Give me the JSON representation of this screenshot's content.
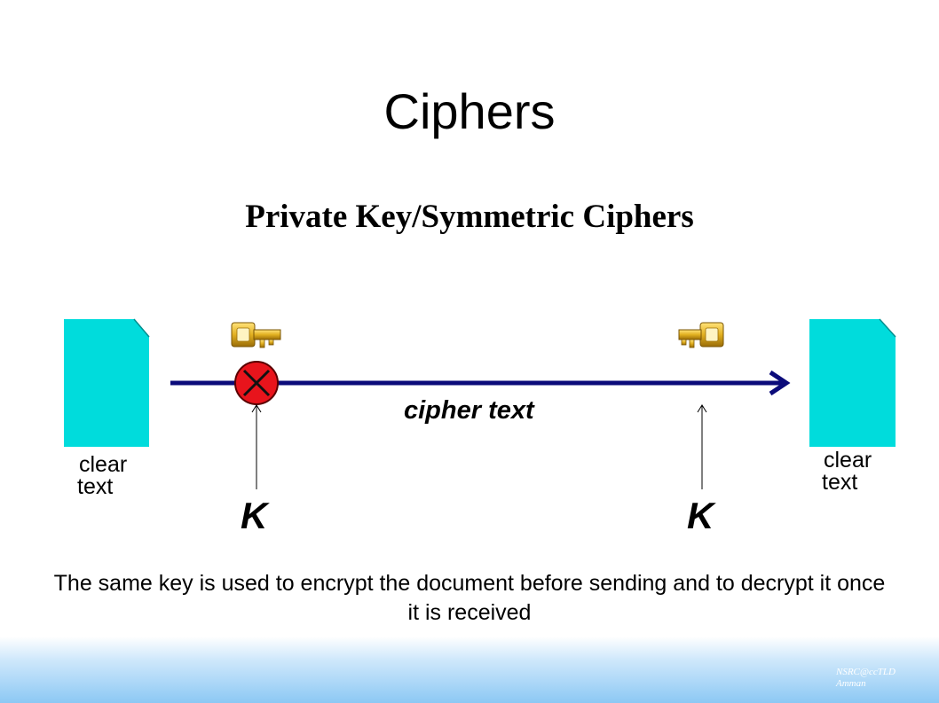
{
  "title": "Ciphers",
  "subtitle": "Private Key/Symmetric Ciphers",
  "left_document": {
    "label_line1": "clear",
    "label_line2": "text"
  },
  "right_document": {
    "label_line1": "clear",
    "label_line2": "text"
  },
  "channel_label": "cipher text",
  "left_key": {
    "letter": "K",
    "icon": "key-icon"
  },
  "right_key": {
    "letter": "K",
    "icon": "key-icon"
  },
  "encrypt_marker": {
    "icon": "x-circle-icon"
  },
  "caption": "The same key is used to encrypt the document before sending and to decrypt it once it is received",
  "footer": {
    "line1": "NSRC@ccTLD",
    "line2": "Amman"
  },
  "colors": {
    "document_fill": "#00dcdc",
    "arrow": "#0b0b7a",
    "encrypt_marker": "#e8141c",
    "key_gold": "#d9a514",
    "footer_blue": "#8cc8f4"
  }
}
